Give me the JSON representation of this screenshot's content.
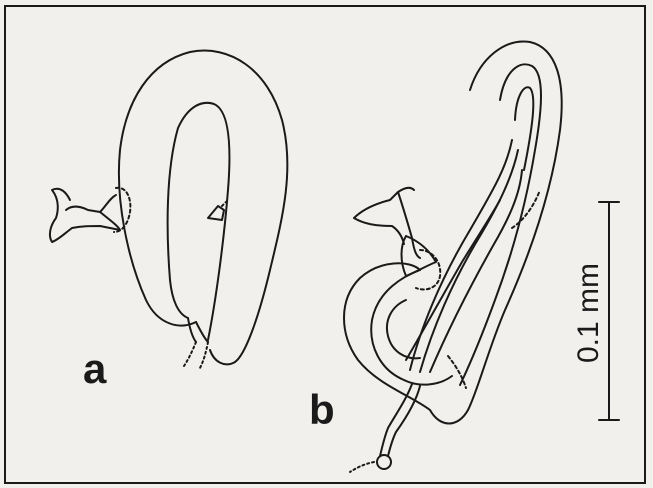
{
  "figure": {
    "panel_a_label": "a",
    "panel_b_label": "b",
    "scale_bar_label": "0.1 mm"
  },
  "colors": {
    "ink": "#1a1a1a",
    "paper": "#f2f0ec"
  }
}
